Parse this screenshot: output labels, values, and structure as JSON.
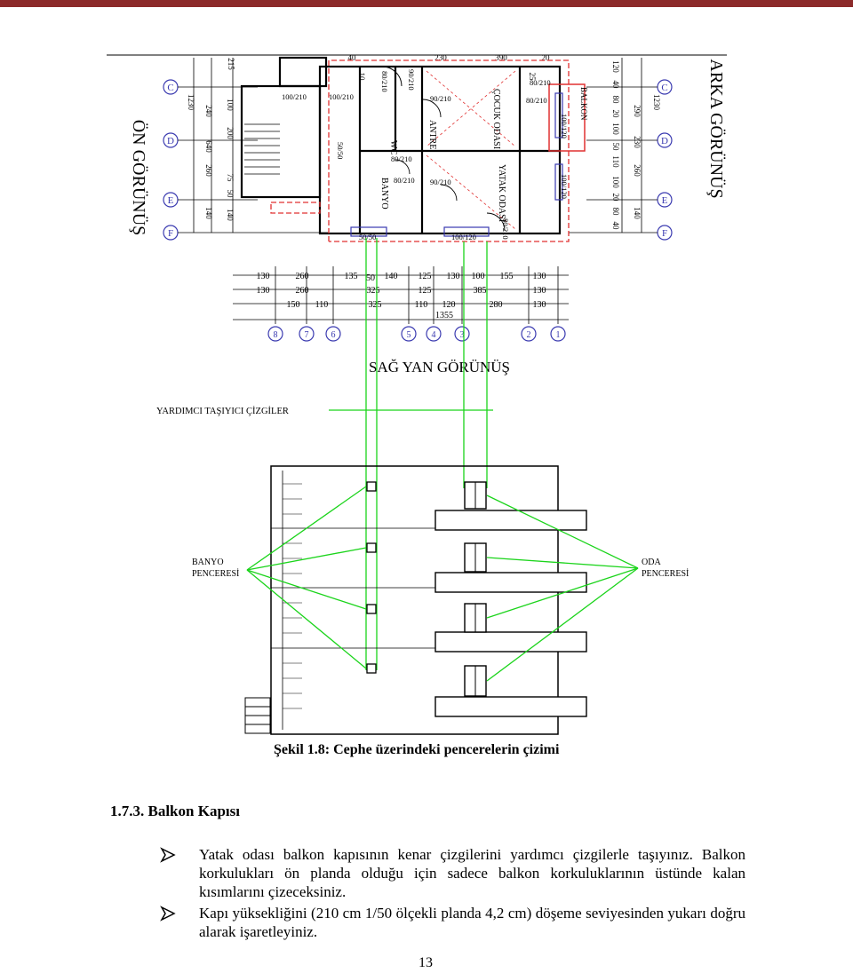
{
  "plan": {
    "left_title": "ÖN GÖRÜNÜŞ",
    "right_title": "ARKA GÖRÜNÜŞ",
    "axis_letters_left": [
      "C",
      "D",
      "E",
      "F"
    ],
    "axis_letters_right": [
      "C",
      "D",
      "E",
      "F"
    ],
    "axis_numbers": [
      "8",
      "7",
      "6",
      "5",
      "4",
      "3",
      "2",
      "1"
    ],
    "left_dims": [
      "1230",
      "240",
      "640",
      "260",
      "140",
      "100",
      "200",
      "75",
      "50",
      "140"
    ],
    "right_dims": [
      "1230",
      "290",
      "260",
      "140",
      "120",
      "40",
      "80",
      "20",
      "100",
      "50",
      "110",
      "100",
      "20",
      "80",
      "40",
      "230"
    ],
    "top_dims": [
      "215",
      "40",
      "10",
      "230",
      "390",
      "20",
      "25"
    ],
    "room_labels": [
      "ÇOCUK ODASI",
      "YATAK ODASI",
      "ANTRE",
      "BANYO",
      "WC",
      "BALKON"
    ],
    "door_labels": [
      "100/210",
      "100/210",
      "80/210",
      "90/210",
      "90/210",
      "80/210",
      "80/210",
      "90/210",
      "80/210",
      "80/210",
      "100/120",
      "100/120",
      "50/50",
      "100/120",
      "80/210",
      "50/50"
    ],
    "dim_rows": [
      [
        "130",
        "260",
        "135",
        "50",
        "140",
        "125",
        "130",
        "100",
        "155",
        "130"
      ],
      [
        "130",
        "260",
        "325",
        "125",
        "385",
        "130"
      ],
      [
        "150",
        "110",
        "325",
        "110",
        "120",
        "280",
        "130"
      ],
      [
        "1355"
      ]
    ]
  },
  "elevation": {
    "title": "SAĞ YAN GÖRÜNÜŞ",
    "helper_label": "YARDIMCI TAŞIYICI ÇİZGİLER",
    "left_label_1": "BANYO",
    "left_label_2": "PENCERESİ",
    "right_label_1": "ODA",
    "right_label_2": "PENCERESİ"
  },
  "colors": {
    "green": "#1bd41b",
    "red": "#e03030",
    "blue": "#3a3ab0",
    "header": "#8c2a2a"
  },
  "caption": "Şekil 1.8: Cephe üzerindeki pencerelerin çizimi",
  "section_heading": "1.7.3. Balkon Kapısı",
  "bullets": [
    {
      "lines": [
        "Yatak odası balkon kapısının kenar çizgilerini yardımcı çizgilerle taşıyınız.",
        "Balkon korkulukları ön planda olduğu için sadece balkon korkuluklarının üstünde kalan kısımlarını çizeceksiniz."
      ]
    },
    {
      "lines": [
        "Kapı yüksekliğini (210 cm 1/50 ölçekli planda 4,2 cm) döşeme seviyesinden yukarı doğru alarak işaretleyiniz."
      ]
    }
  ],
  "page_number": "13"
}
